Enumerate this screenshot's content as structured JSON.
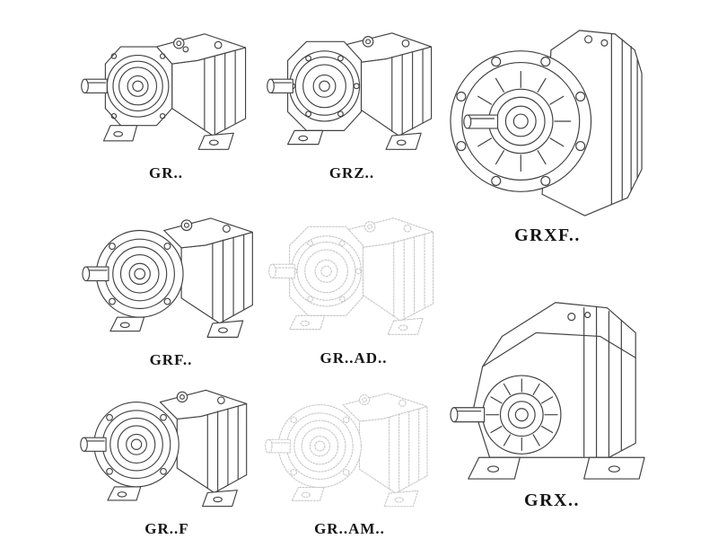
{
  "figures": [
    {
      "id": "gr",
      "label": "GR.."
    },
    {
      "id": "grz",
      "label": "GRZ.."
    },
    {
      "id": "grxf",
      "label": "GRXF.."
    },
    {
      "id": "grf",
      "label": "GRF.."
    },
    {
      "id": "gr-ad",
      "label": "GR..AD.."
    },
    {
      "id": "gr-f",
      "label": "GR..F"
    },
    {
      "id": "gr-am",
      "label": "GR..AM.."
    },
    {
      "id": "grx",
      "label": "GRX.."
    }
  ],
  "colors": {
    "ink": "#424242",
    "light_ink": "#c8c8c8",
    "label_text": "#141414",
    "background": "#ffffff"
  }
}
